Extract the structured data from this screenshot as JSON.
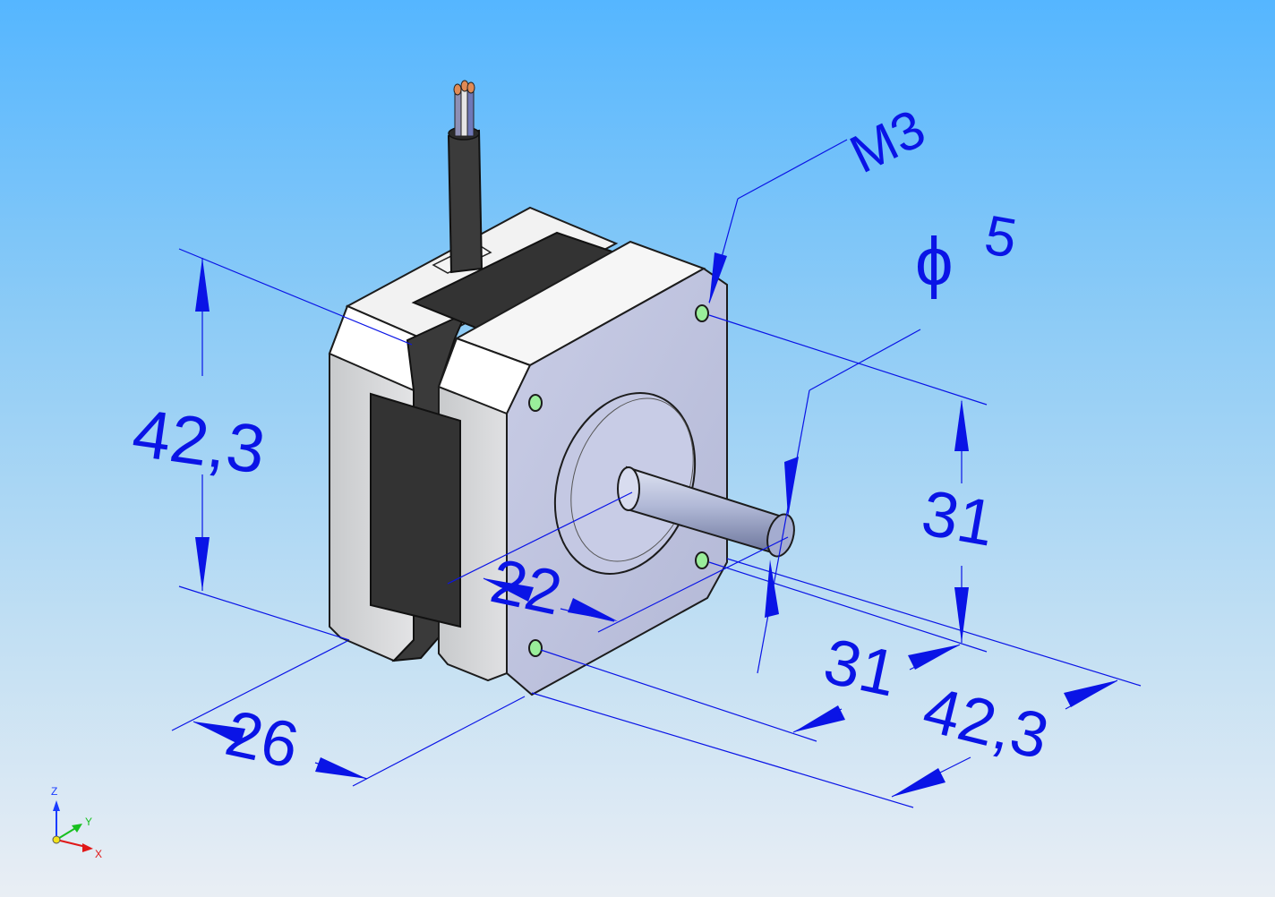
{
  "model_view": {
    "dimensions": {
      "height_left": "42,3",
      "depth": "26",
      "hole_spacing_vertical": "31",
      "hole_spacing_horizontal": "31",
      "width": "42,3",
      "flange_diameter": "22",
      "shaft_diameter_symbol": "ϕ",
      "shaft_diameter_value": "5",
      "thread": "M3"
    },
    "triad": {
      "z": "Z",
      "y": "Y",
      "x": "X"
    },
    "colors": {
      "dimension": "#0a14e6",
      "axis_z": "#1a3cff",
      "axis_y": "#18c020",
      "axis_x": "#e01818",
      "hole": "#9aee9a"
    }
  }
}
